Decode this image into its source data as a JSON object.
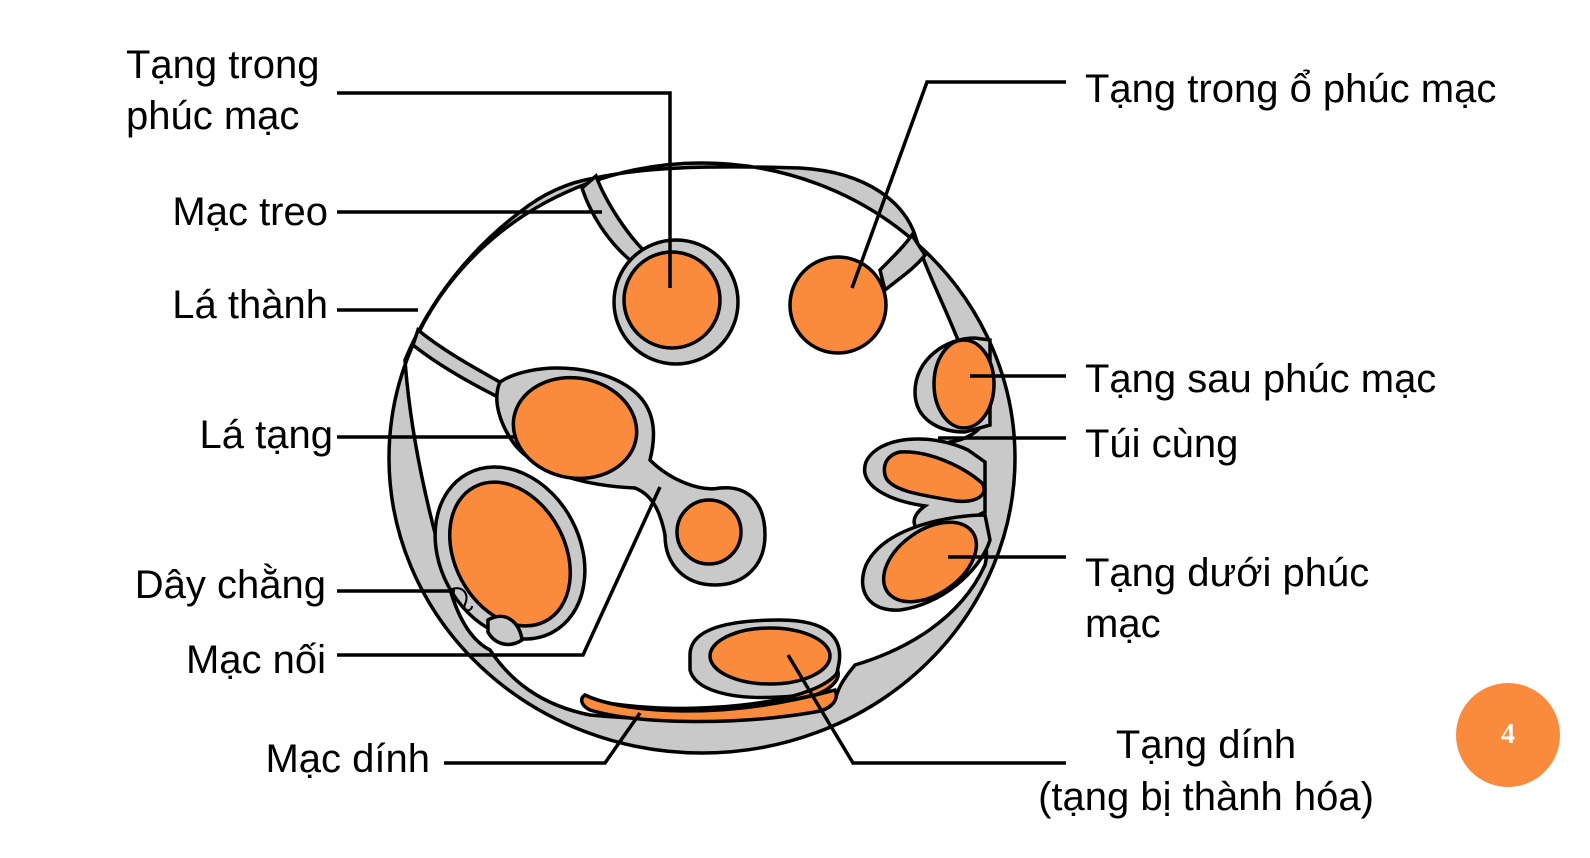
{
  "colors": {
    "organ": "#fa8a3c",
    "peritoneum": "#c9c9c9",
    "badge": "#fa8a3c",
    "outline": "#000000"
  },
  "labels": {
    "intraperitoneal_organ": [
      "Tạng trong",
      "phúc mạc"
    ],
    "mesentery": "Mạc treo",
    "parietal_layer": "Lá thành",
    "visceral_layer": "Lá tạng",
    "ligament": "Dây chằng",
    "omentum": "Mạc nối",
    "adhesion": "Mạc dính",
    "organ_in_peritoneal_cavity": "Tạng trong ổ phúc mạc",
    "retroperitoneal_organ": "Tạng sau phúc mạc",
    "cul_de_sac": "Túi cùng",
    "subperitoneal_organ": [
      "Tạng dưới phúc",
      "mạc"
    ],
    "adherent_organ": [
      "Tạng dính",
      "(tạng bị thành hóa)"
    ]
  },
  "slide_number": "4"
}
